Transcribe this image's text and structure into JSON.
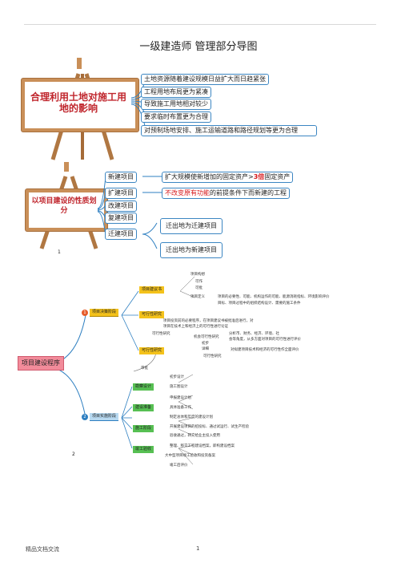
{
  "page_title": "一级建造师  管理部分导图",
  "section1": {
    "board_title": "合理利用土地对施工用地的影响",
    "items": [
      "土地资源随着建设规模日益扩大而日趋紧张",
      "工程用地布局更为紧凑",
      "导致施工用地相对较少",
      "要求临时布置更为合理",
      "对预制场地安排、施工运输道路和路径规划等更为合理"
    ]
  },
  "section2": {
    "board_title": "以项目建设的性质划分",
    "items": [
      "新建项目",
      "扩建项目",
      "改建项目",
      "复建项目",
      "迁建项目"
    ],
    "new_desc_prefix": "扩大规模使新增加的固定资产>",
    "new_desc_highlight": "3倍",
    "new_desc_suffix": "固定资产",
    "expand_desc_highlight": "不改变原有功能",
    "expand_desc_suffix": "的前提条件下而新建的工程",
    "relocate_items": [
      "迁出地为迁建项目",
      "迁出地为新建项目"
    ],
    "page_mark": "1"
  },
  "section3": {
    "root": "项目建设程序",
    "badge1": "1",
    "badge2": "2",
    "decision_stage": "项目决策阶段",
    "impl_stage": "项目实施阶段",
    "decision_children": [
      "项目建议书",
      "可行性研究",
      "可行性研究"
    ],
    "proposal_children": [
      "项目构想",
      "可作",
      "可批",
      "项目定义"
    ],
    "proposal_note_1": "项目的必要性、可能、机构运作的可能、能源消耗指标、环境影响评价",
    "proposal_note_2": "目标、项目过程中的组织结构设计、需要的施工条件",
    "fs_label": "可行性研究",
    "fs_note_1": "项目投资前的必要程序，在项目建议书被批准后进行，对",
    "fs_note_2": "项目在技术上和经济上的可行性进行论证",
    "fs_child_a": "机会可行性研究",
    "fs_child_b": "初步",
    "fs_child_c": "详细",
    "fs_right_1": "分析市、财务、经济、环境、社",
    "fs_right_2": "会等角度，从多方面对项目的可行性进行评价",
    "fs_far_right": "对拟建项目技术和经济的可行性作全面评价",
    "approval": "审批",
    "design_stage": "勘察设计",
    "prep_stage": "建设准备",
    "construct_stage": "施工阶段",
    "acceptance_stage": "竣工验收",
    "design_items": [
      "初步设计",
      "施工图设计"
    ],
    "prep_items": [
      "申报建设计划",
      "具体准备工作",
      "制定总体和年度的建设计划"
    ],
    "construct_items": [
      "开展建设项目的招投标、通过试运行、试生产检验",
      "验收通过，转交给业主投入使用"
    ],
    "acceptance_items": [
      "整理、移交工程建设档案，即构建设档案",
      "大中型项目竣工验收和投资备案",
      "竣工后评价"
    ],
    "page_mark": "2"
  },
  "footer": {
    "left": "精品文档交流",
    "center": "1"
  },
  "colors": {
    "board_frame": "#c98f58",
    "banner_red": "#c0262d",
    "box_border": "#3c86c2",
    "highlight_red": "#d7191c",
    "stage_yellow": "#f4c21b",
    "stage_green": "#57c053",
    "root_pink": "#f28b9a",
    "connector": "#2e7fc1"
  }
}
